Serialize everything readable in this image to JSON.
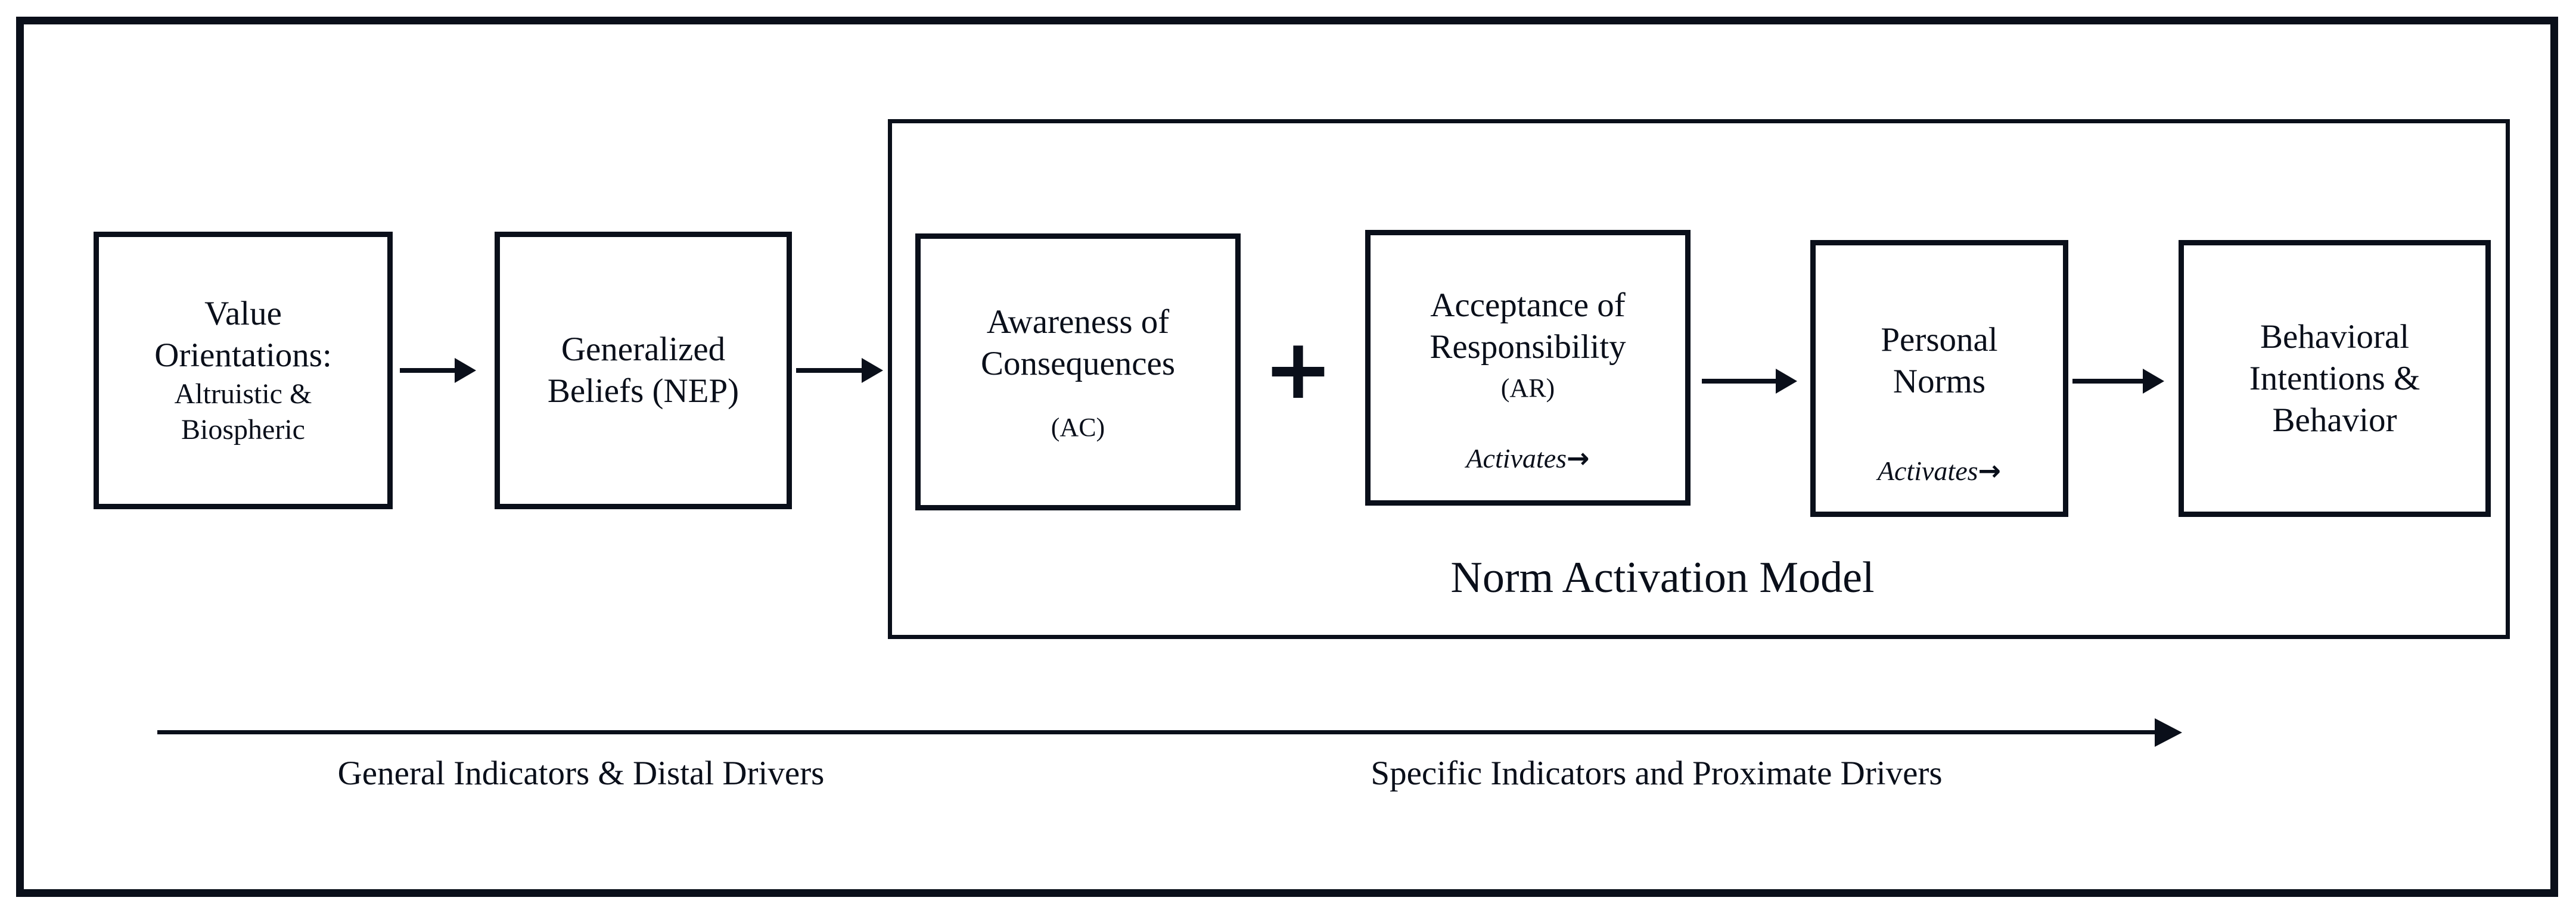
{
  "colors": {
    "ink": "#0a0f1a",
    "paper": "#ffffff"
  },
  "flow": {
    "value_orientations": {
      "line1": "Value",
      "line2": "Orientations:",
      "line3": "Altruistic &",
      "line4": "Biospheric"
    },
    "generalized_beliefs": {
      "line1": "Generalized",
      "line2": "Beliefs (NEP)"
    },
    "awareness": {
      "line1": "Awareness of",
      "line2": "Consequences",
      "abbr": "(AC)"
    },
    "acceptance": {
      "line1": "Acceptance of",
      "line2": "Responsibility",
      "abbr": "(AR)",
      "activates_label": "Activates",
      "activates_arrow": "→"
    },
    "personal_norms": {
      "line1": "Personal",
      "line2": "Norms",
      "activates_label": "Activates",
      "activates_arrow": "→"
    },
    "behavioral": {
      "line1": "Behavioral",
      "line2": "Intentions &",
      "line3": "Behavior"
    }
  },
  "plus": {
    "symbol": "+"
  },
  "nam": {
    "label": "Norm Activation Model"
  },
  "axis": {
    "left_label": "General Indicators & Distal Drivers",
    "right_label": "Specific Indicators and Proximate Drivers"
  }
}
